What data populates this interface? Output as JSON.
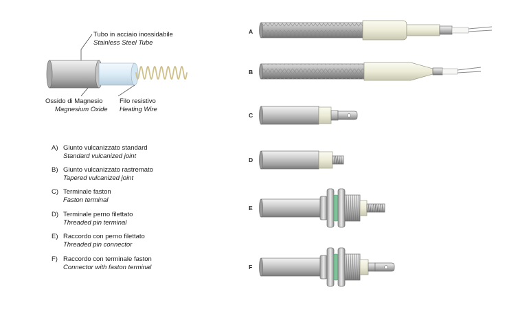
{
  "labels": {
    "tube_it": "Tubo in acciaio inossidabile",
    "tube_en": "Stainless Steel Tube",
    "oxide_it": "Ossido di Magnesio",
    "oxide_en": "Magnesium Oxide",
    "wire_it": "Filo resistivo",
    "wire_en": "Heating Wire"
  },
  "legend": [
    {
      "key": "A)",
      "it": "Giunto vulcanizzato standard",
      "en": "Standard vulcanized joint"
    },
    {
      "key": "B)",
      "it": "Giunto vulcanizzato rastremato",
      "en": "Tapered vulcanized joint"
    },
    {
      "key": "C)",
      "it": "Terminale faston",
      "en": "Faston terminal"
    },
    {
      "key": "D)",
      "it": "Terminale perno filettato",
      "en": "Threaded pin terminal"
    },
    {
      "key": "E)",
      "it": "Raccordo con perno filettato",
      "en": "Threaded pin connector"
    },
    {
      "key": "F)",
      "it": "Raccordo con terminale faston",
      "en": "Connector with faston terminal"
    }
  ],
  "variants": [
    {
      "letter": "A"
    },
    {
      "letter": "B"
    },
    {
      "letter": "C"
    },
    {
      "letter": "D"
    },
    {
      "letter": "E"
    },
    {
      "letter": "F"
    }
  ]
}
